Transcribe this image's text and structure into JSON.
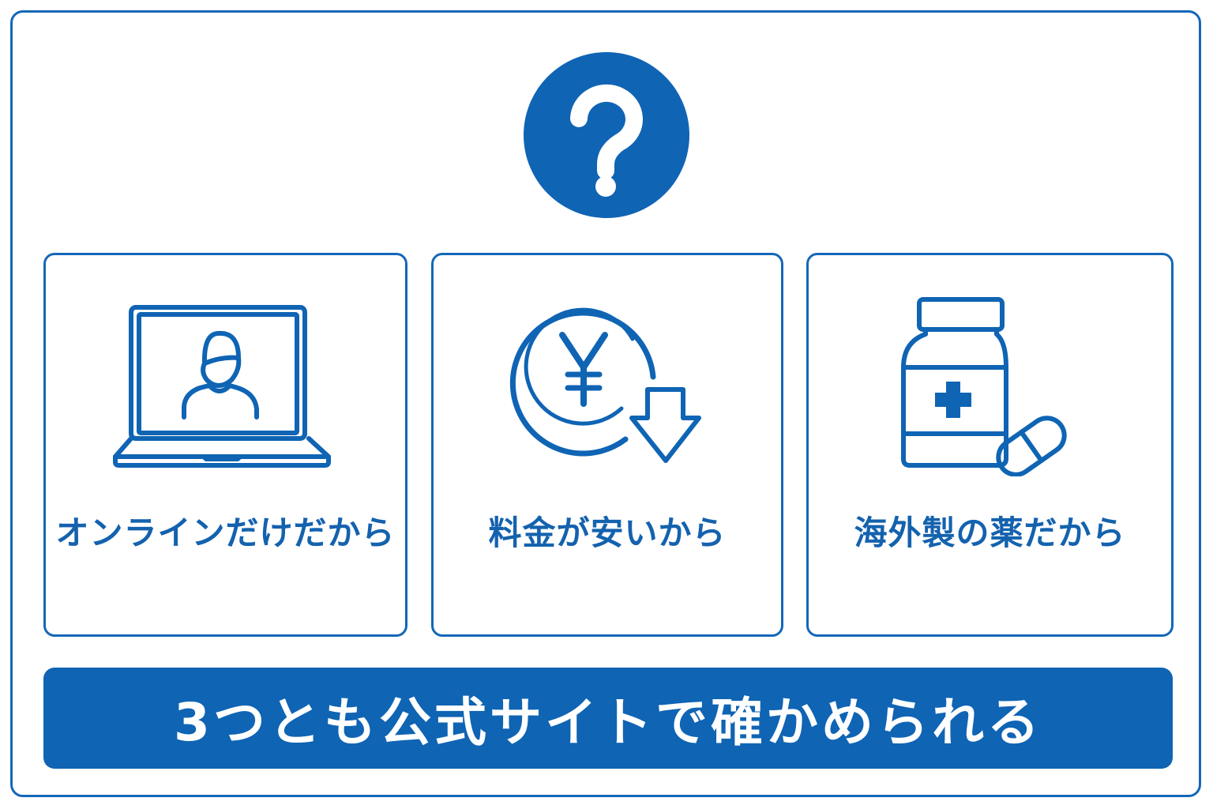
{
  "top_icon": "question-mark-icon",
  "cards": [
    {
      "label": "オンラインだけだから",
      "icon": "laptop-person-icon"
    },
    {
      "label": "料金が安いから",
      "icon": "yen-price-down-icon"
    },
    {
      "label": "海外製の薬だから",
      "icon": "medicine-bottle-capsule-icon"
    }
  ],
  "banner": {
    "text": "3つとも公式サイトで確かめられる"
  },
  "colors": {
    "primary": "#0f64b4",
    "border": "#1467b8",
    "text": "#1462ae",
    "background": "#ffffff"
  }
}
